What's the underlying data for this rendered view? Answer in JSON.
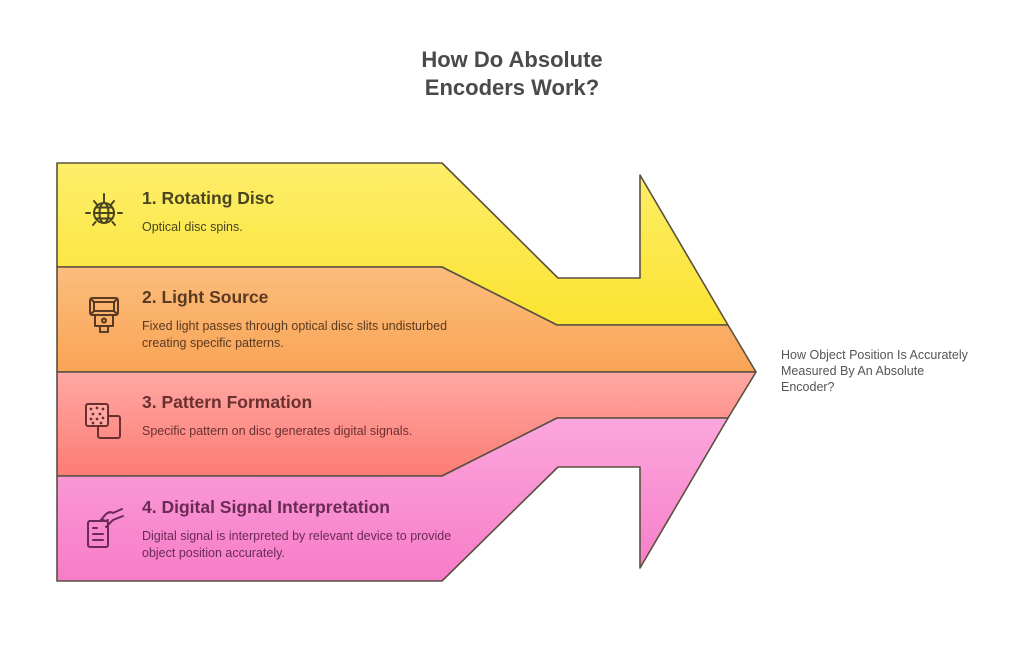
{
  "title": {
    "line1": "How Do Absolute",
    "line2": "Encoders Work?"
  },
  "colors": {
    "outline": "#5a5040",
    "step1": "#fbe331",
    "step1_light": "#fdee6a",
    "step2": "#f9a456",
    "step2_light": "#fbbd7c",
    "step3": "#fc7c74",
    "step3_light": "#ffa8a4",
    "step4": "#f77cc8",
    "step4_light": "#fba6dc",
    "text1": "#4a4420",
    "text2": "#5a3a20",
    "text3": "#6a3030",
    "text4": "#6a2a55"
  },
  "steps": [
    {
      "number": 1,
      "title": "1. Rotating Disc",
      "description": "Optical disc spins.",
      "icon": "disco-globe-icon"
    },
    {
      "number": 2,
      "title": "2. Light Source",
      "description": "Fixed light passes through optical disc slits undisturbed creating specific patterns.",
      "icon": "camera-flash-icon"
    },
    {
      "number": 3,
      "title": "3. Pattern Formation",
      "description": "Specific pattern on disc generates digital signals.",
      "icon": "dotted-squares-icon"
    },
    {
      "number": 4,
      "title": "4. Digital Signal Interpretation",
      "description": "Digital signal is interpreted by relevant device to provide object position accurately.",
      "icon": "hand-document-icon"
    }
  ],
  "outcome": {
    "text": "How Object Position Is Accurately Measured By An Absolute Encoder?"
  }
}
